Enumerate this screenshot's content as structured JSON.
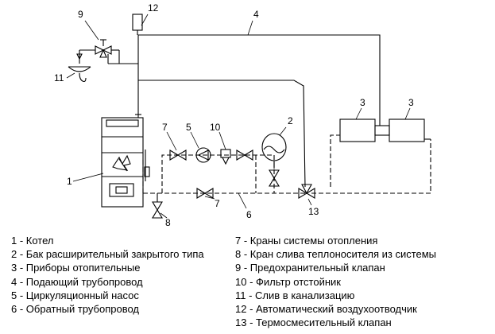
{
  "callouts": {
    "c1": "1",
    "c2": "2",
    "c3a": "3",
    "c3b": "3",
    "c4": "4",
    "c5": "5",
    "c6": "6",
    "c7a": "7",
    "c7b": "7",
    "c8": "8",
    "c9": "9",
    "c10": "10",
    "c11": "11",
    "c12": "12",
    "c13": "13"
  },
  "legend": {
    "left": [
      "1 - Котел",
      "2 - Бак расширительный закрытого типа",
      "3 - Приборы отопительные",
      "4 - Подающий трубопровод",
      "5 - Циркуляционный насос",
      "6 - Обратный трубопровод"
    ],
    "right": [
      "7 - Краны системы отопления",
      "8 - Кран слива теплоносителя из системы",
      "9 - Предохранительный клапан",
      "10 - Фильтр отстойник",
      "11 - Слив в канализацию",
      "12 - Автоматический воздухоотводчик",
      "13 - Термосмесительный клапан"
    ]
  }
}
